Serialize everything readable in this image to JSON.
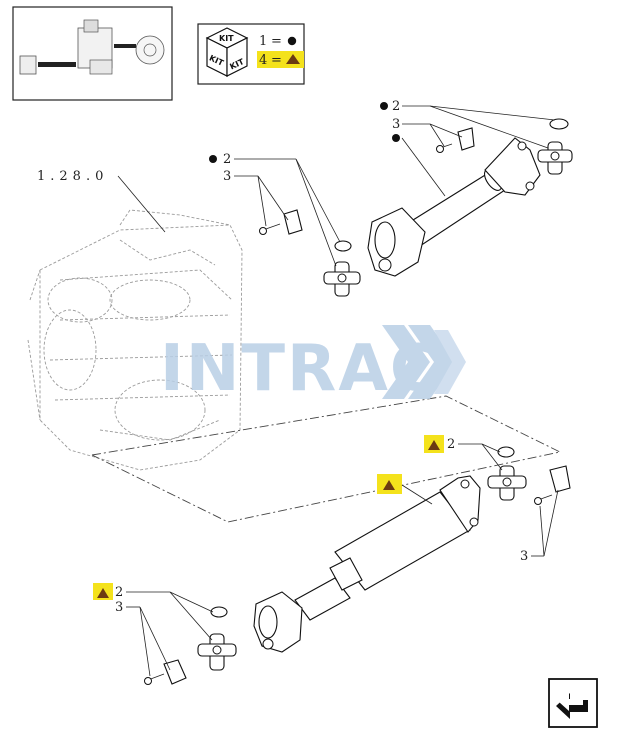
{
  "legend": {
    "row1_number": "1",
    "row1_equals": "=",
    "row2_number": "4",
    "row2_equals": "=",
    "kit_word": "KIT",
    "marker_dot": "dot-symbol",
    "marker_triangle": "triangle-symbol",
    "highlight_color": "#f4e21c"
  },
  "reference": {
    "label": "1.28.0"
  },
  "watermark": {
    "text": "INTRAC",
    "color": "#b9cfe6"
  },
  "callouts": {
    "upper_right_2": "2",
    "upper_right_3": "3",
    "upper_left_2": "2",
    "upper_left_3": "3",
    "lower_right_2": "2",
    "lower_right_3": "3",
    "lower_left_2": "2",
    "lower_left_3": "3"
  },
  "nav": {
    "icon": "arrow-back-icon"
  }
}
